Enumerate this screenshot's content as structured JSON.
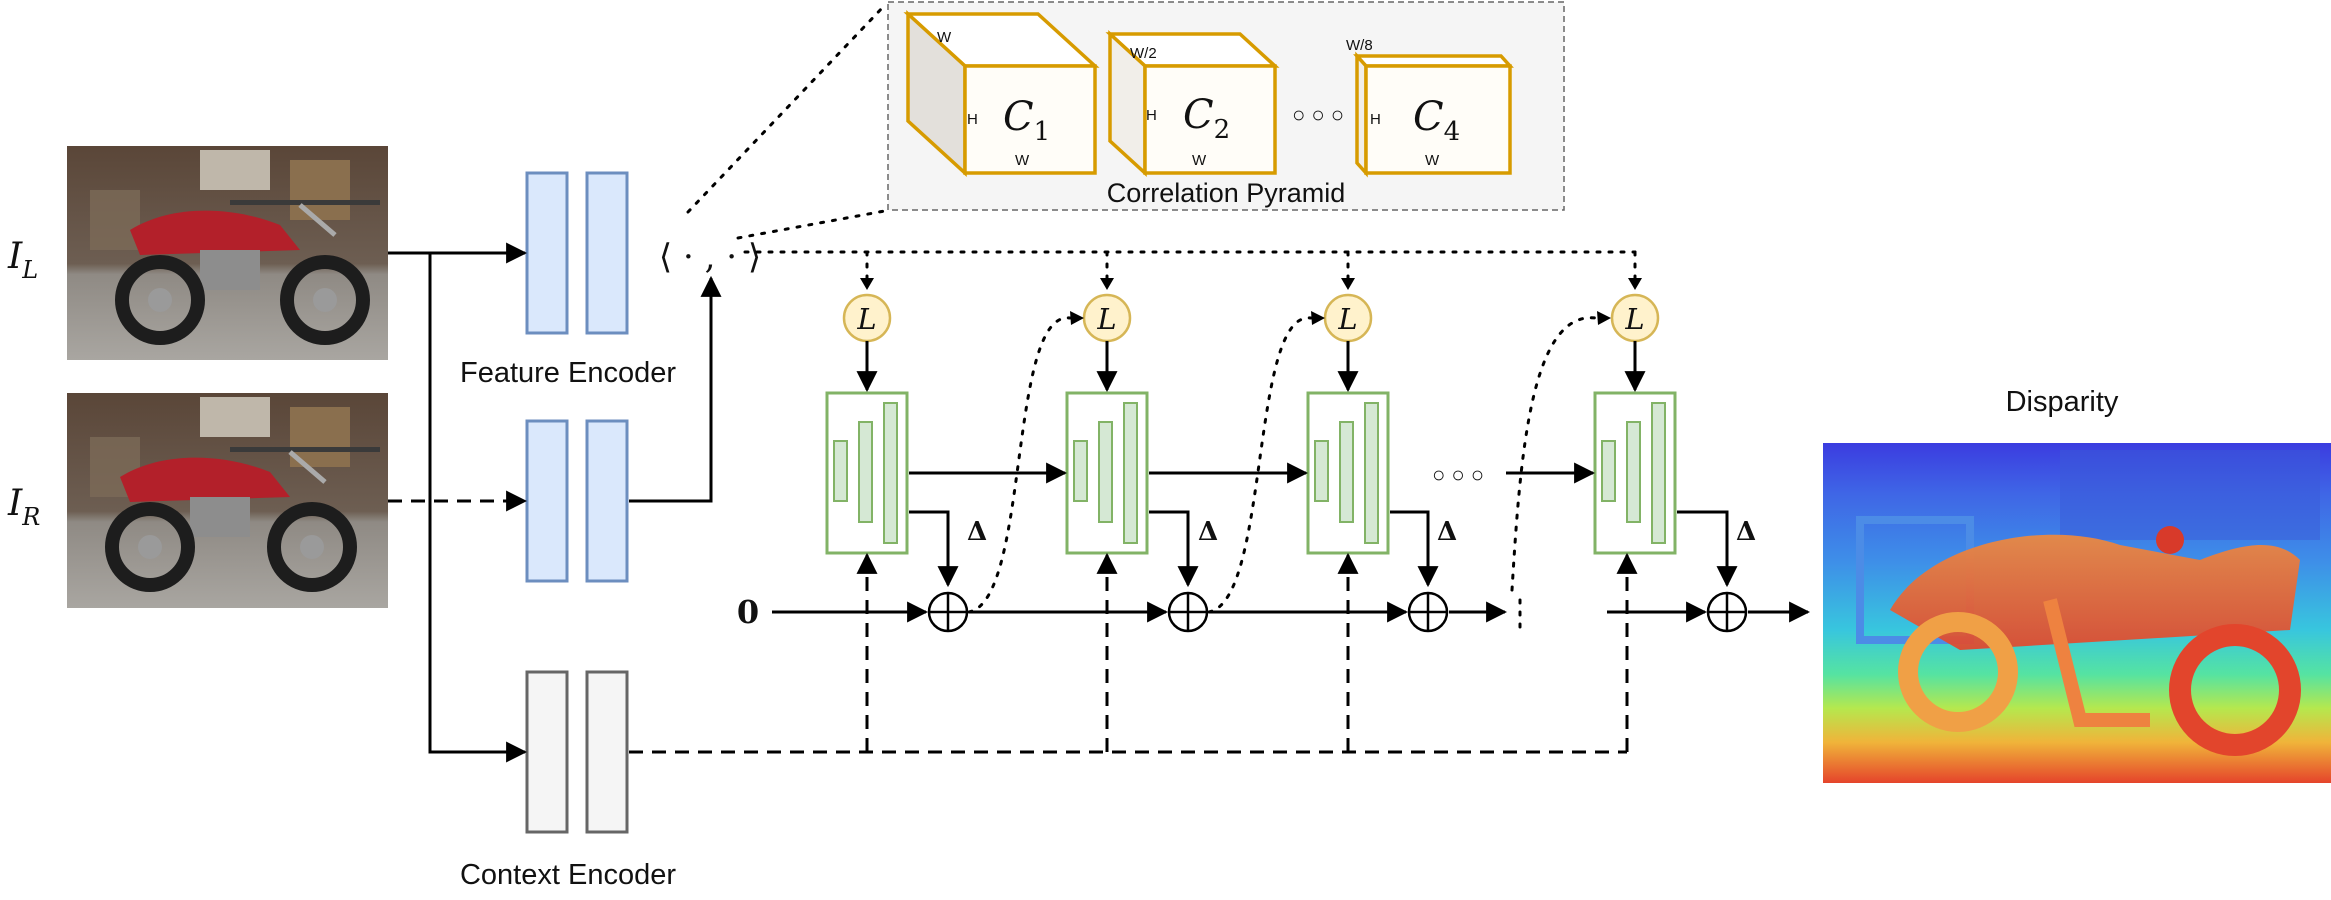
{
  "inputs": {
    "left_label_main": "I",
    "left_label_sub": "L",
    "right_label_main": "I",
    "right_label_sub": "R"
  },
  "encoders": {
    "feature": "Feature Encoder",
    "context": "Context Encoder"
  },
  "correlation": {
    "title": "Correlation Pyramid",
    "operator": "⟨ · , · ⟩",
    "ellipsis": "○ ○ ○",
    "volumes": [
      {
        "name": "C",
        "sub": "1",
        "top": "W",
        "side": "H",
        "bottom": "W"
      },
      {
        "name": "C",
        "sub": "2",
        "top": "W/2",
        "side": "H",
        "bottom": "W"
      },
      {
        "name": "C",
        "sub": "4",
        "top": "W/8",
        "side": "H",
        "bottom": "W"
      }
    ]
  },
  "updates": {
    "lookup": "L",
    "delta": "Δ",
    "plus": "⊕",
    "ellipsis": "○ ○ ○",
    "init": "0"
  },
  "output": {
    "title": "Disparity"
  },
  "colors": {
    "feature_fill": "#dae8fc",
    "feature_stroke": "#6c8ebf",
    "context_fill": "#f5f5f5",
    "context_stroke": "#666666",
    "gru_fill": "#d5e8d4",
    "gru_stroke": "#82b366",
    "lookup_fill": "#fff2cc",
    "lookup_stroke": "#d6b656",
    "volume_stroke": "#d79b00",
    "pyramid_bg": "#f5f5f5"
  }
}
